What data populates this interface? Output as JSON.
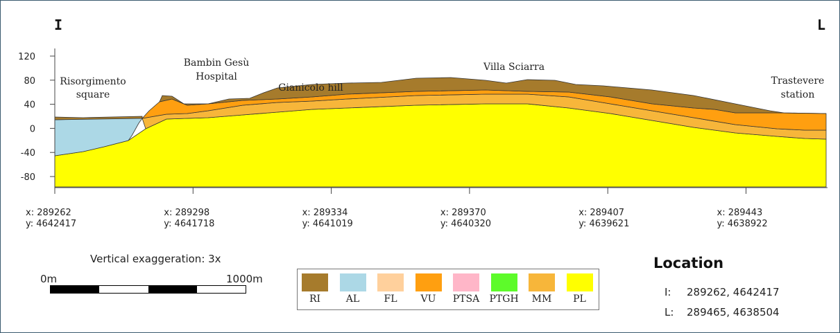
{
  "end_labels": {
    "start": "I",
    "end": "L"
  },
  "chart_data": {
    "type": "geological-cross-section",
    "y_axis": {
      "ticks": [
        120,
        80,
        40,
        0,
        -40,
        -80
      ]
    },
    "place_labels": [
      {
        "name": "Risorgimento square"
      },
      {
        "name": "Bambin Gesù Hospital"
      },
      {
        "name": "Gianicolo hill"
      },
      {
        "name": "Villa Sciarra"
      },
      {
        "name": "Trastevere station"
      }
    ],
    "x_ticks": [
      {
        "x": "x: 289262",
        "y": "y: 4642417"
      },
      {
        "x": "x: 289298",
        "y": "y: 4641718"
      },
      {
        "x": "x: 289334",
        "y": "y: 4641019"
      },
      {
        "x": "x: 289370",
        "y": "y: 4640320"
      },
      {
        "x": "x: 289407",
        "y": "y: 4639621"
      },
      {
        "x": "x: 289443",
        "y": "y: 4638922"
      }
    ],
    "layers": [
      {
        "code": "RI",
        "color": "#a67b2c"
      },
      {
        "code": "AL",
        "color": "#acd8e6"
      },
      {
        "code": "FL",
        "color": "#ffd09c"
      },
      {
        "code": "VU",
        "color": "#ff9f10"
      },
      {
        "code": "PTSA",
        "color": "#ffb6c8"
      },
      {
        "code": "PTGH",
        "color": "#5dfb2a"
      },
      {
        "code": "MM",
        "color": "#f7b63a"
      },
      {
        "code": "PL",
        "color": "#ffff00"
      }
    ]
  },
  "vertical_exaggeration": "Vertical exaggeration: 3x",
  "scale_bar": {
    "start_label": "0m",
    "end_label": "1000m"
  },
  "location": {
    "title": "Location",
    "points": [
      {
        "key": "I:",
        "value": "289262, 4642417"
      },
      {
        "key": "L:",
        "value": "289465, 4638504"
      }
    ]
  }
}
